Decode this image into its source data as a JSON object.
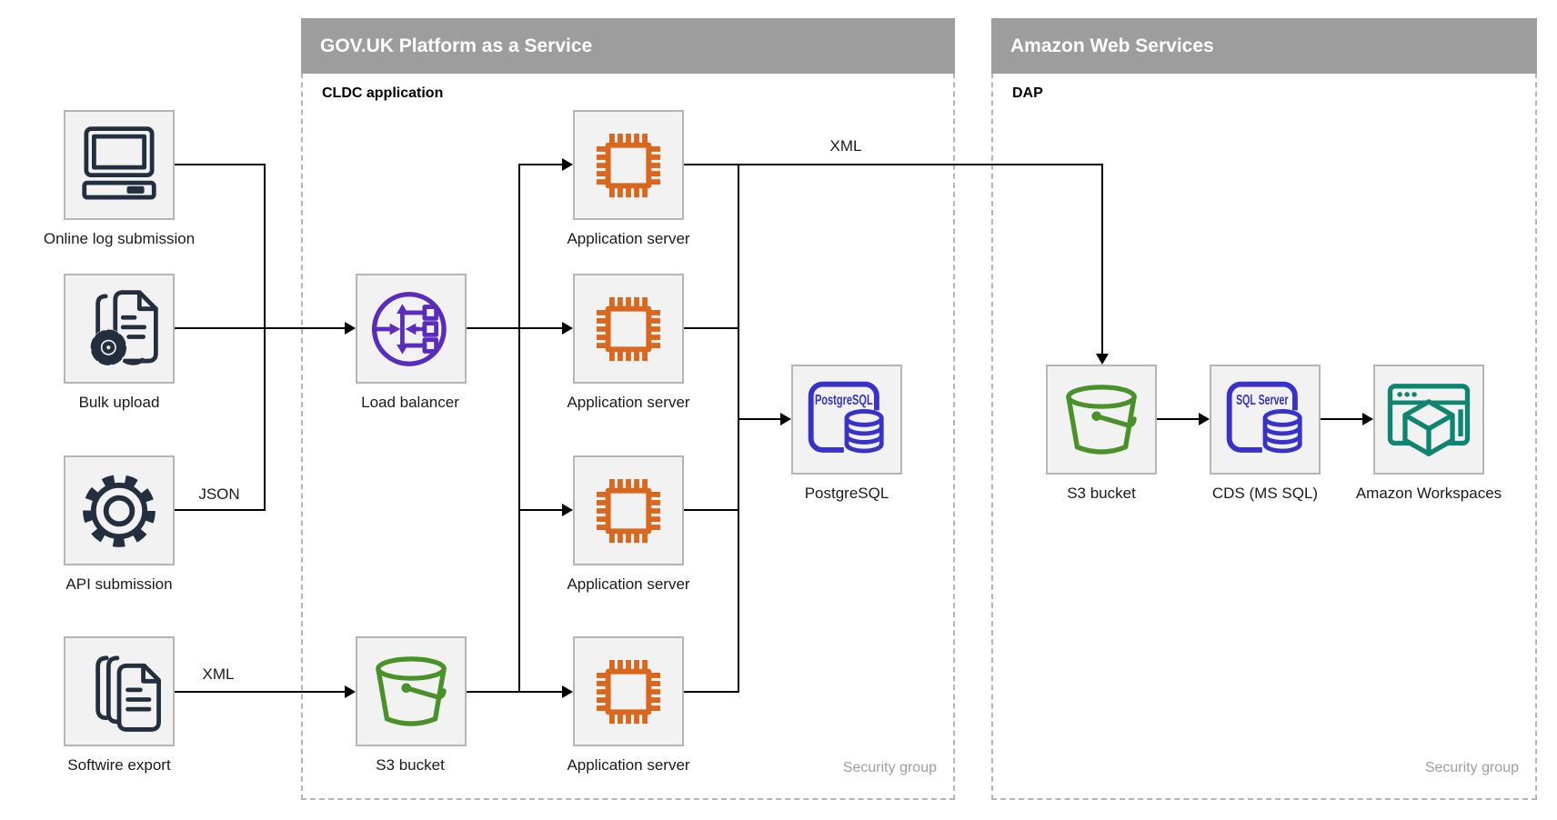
{
  "containers": {
    "paas": {
      "title": "GOV.UK Platform as a Service",
      "sublabel": "CLDC application",
      "footer": "Security group"
    },
    "aws": {
      "title": "Amazon Web Services",
      "sublabel": "DAP",
      "footer": "Security group"
    }
  },
  "nodes": {
    "online_log": {
      "label": "Online log submission",
      "icon": "desktop-computer-icon"
    },
    "bulk_upload": {
      "label": "Bulk upload",
      "icon": "document-gear-icon"
    },
    "api_submission": {
      "label": "API submission",
      "icon": "gear-icon"
    },
    "softwire_export": {
      "label": "Softwire export",
      "icon": "document-stack-icon"
    },
    "load_balancer": {
      "label": "Load balancer",
      "icon": "load-balancer-icon"
    },
    "app_servers": [
      {
        "label": "Application server",
        "icon": "chip-icon"
      },
      {
        "label": "Application server",
        "icon": "chip-icon"
      },
      {
        "label": "Application server",
        "icon": "chip-icon"
      },
      {
        "label": "Application server",
        "icon": "chip-icon"
      }
    ],
    "s3_paas": {
      "label": "S3 bucket",
      "icon": "bucket-icon"
    },
    "postgresql": {
      "label": "PostgreSQL",
      "icon": "postgresql-database-icon",
      "icon_text": "PostgreSQL"
    },
    "s3_aws": {
      "label": "S3 bucket",
      "icon": "bucket-icon"
    },
    "cds": {
      "label": "CDS (MS SQL)",
      "icon": "sql-server-database-icon",
      "icon_text": "SQL Server"
    },
    "workspaces": {
      "label": "Amazon Workspaces",
      "icon": "workspaces-icon"
    }
  },
  "edge_labels": {
    "json": "JSON",
    "xml_export": "XML",
    "xml_feed": "XML"
  },
  "colors": {
    "header-bg": "#9d9d9d",
    "header-text": "#ffffff",
    "node-fill": "#f2f2f2",
    "node-border": "#b5b5b5",
    "container-border": "#b5b5b5",
    "security-text": "#9e9e9e",
    "line": "#000000",
    "label-text": "#1a1a1a",
    "navy": "#232f3e",
    "purple": "#5a2cbe",
    "orange": "#d9671e",
    "green": "#4a9129",
    "indigo": "#3832cb",
    "teal": "#0d8570"
  }
}
